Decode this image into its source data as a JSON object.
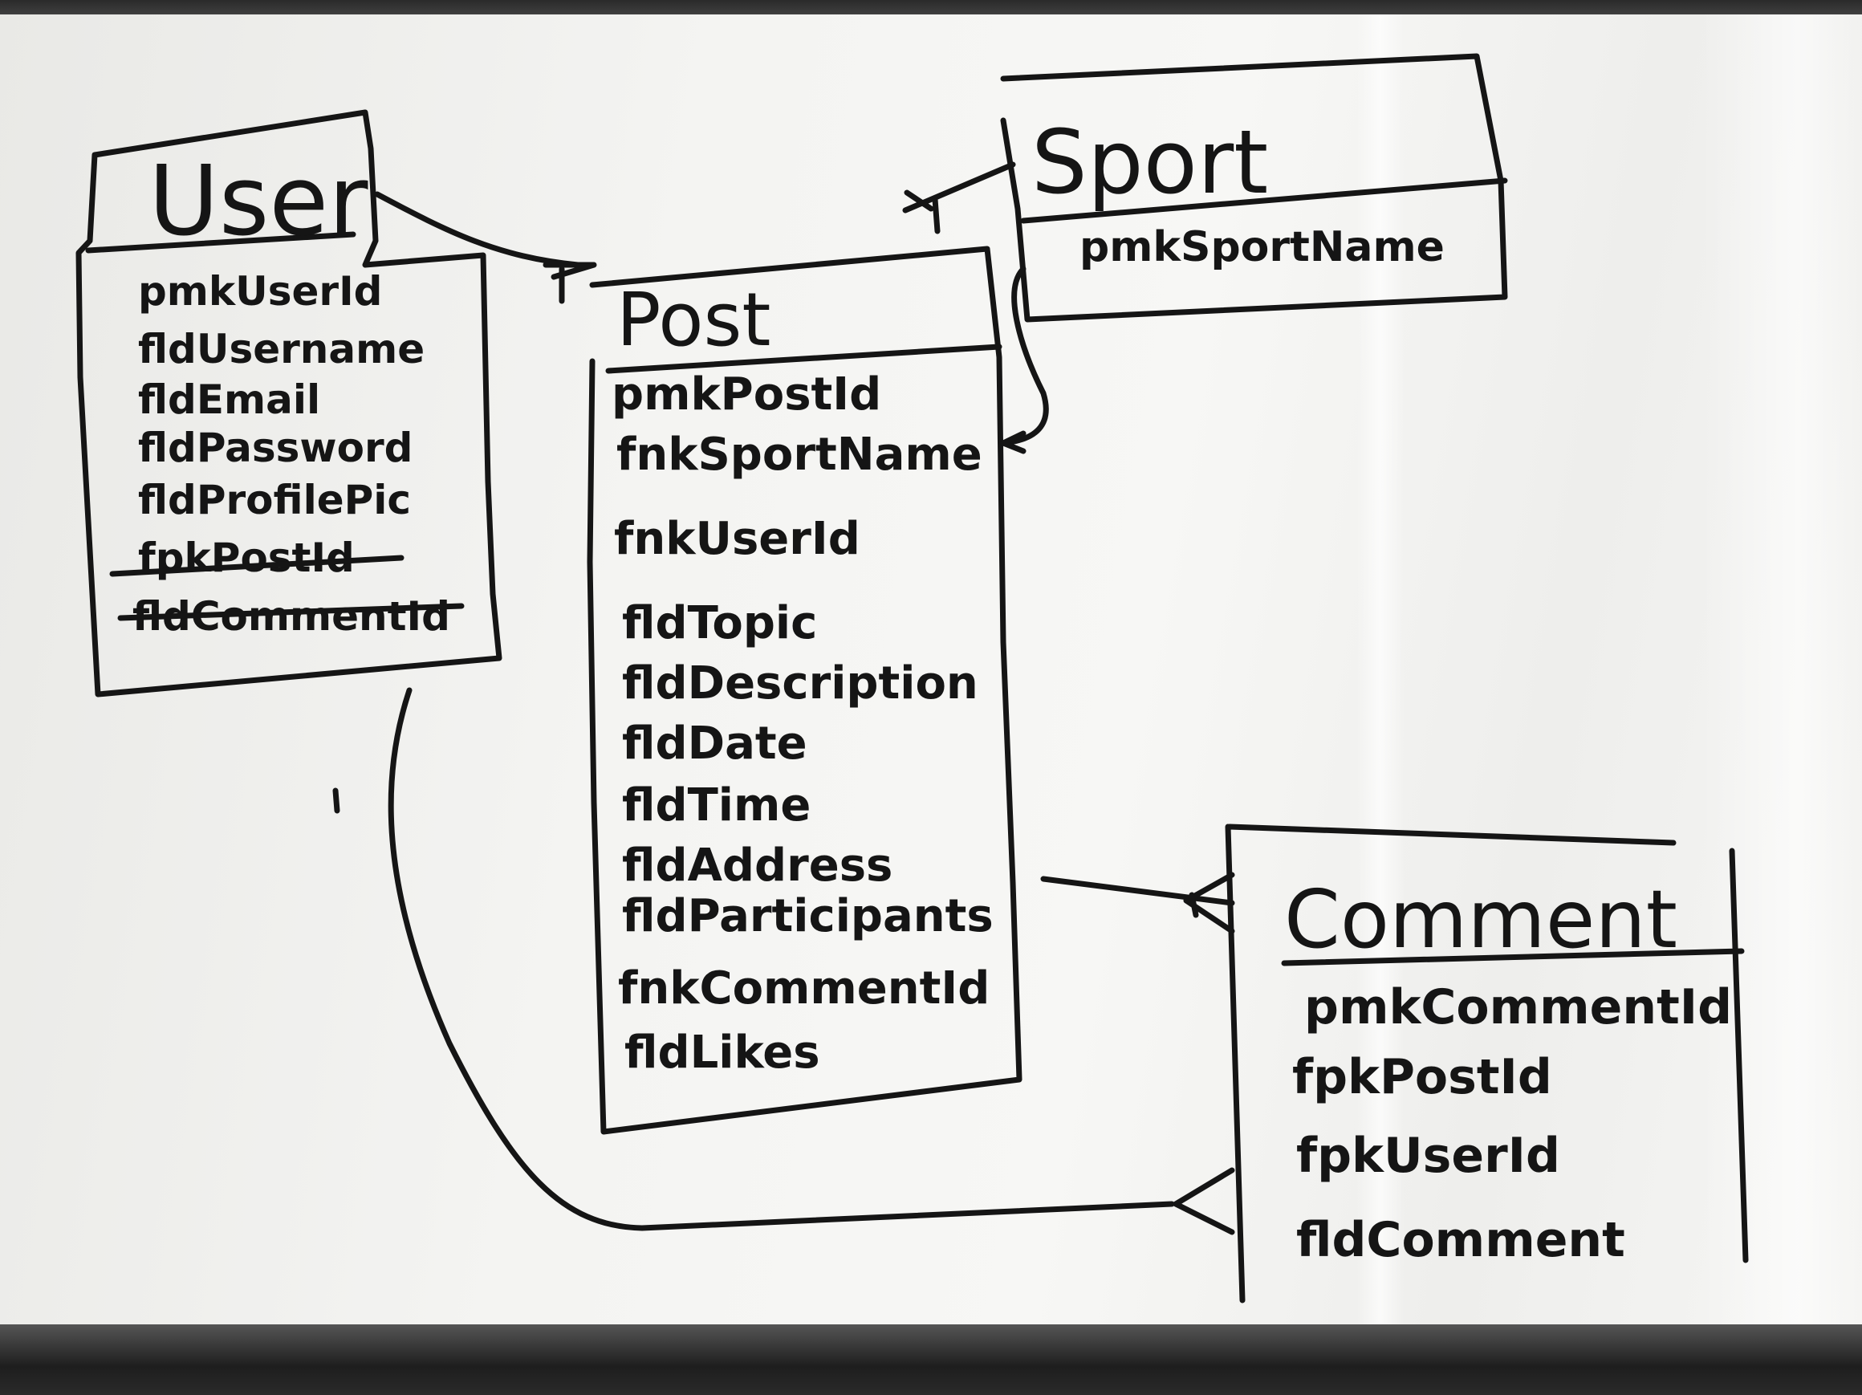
{
  "entities": {
    "user": {
      "title": "User",
      "fields": [
        "pmkUserId",
        "fldUsername",
        "fldEmail",
        "fldPassword",
        "fldProfilePic"
      ],
      "struck_fields": [
        "fpkPostId",
        "fldCommentId"
      ]
    },
    "sport": {
      "title": "Sport",
      "fields": [
        "pmkSportName"
      ]
    },
    "post": {
      "title": "Post",
      "fields": [
        "pmkPostId",
        "fnkSportName",
        "fnkUserId",
        "fldTopic",
        "fldDescription",
        "fldDate",
        "fldTime",
        "fldAddress",
        "fldParticipants",
        "fnkCommentId",
        "fldLikes"
      ]
    },
    "comment": {
      "title": "Comment",
      "fields": [
        "pmkCommentId",
        "fpkPostId",
        "fpkUserId",
        "fldComment"
      ]
    }
  },
  "colors": {
    "ink": "#151515",
    "board": "#f4f4f2",
    "frame": "#2a2a2a"
  }
}
